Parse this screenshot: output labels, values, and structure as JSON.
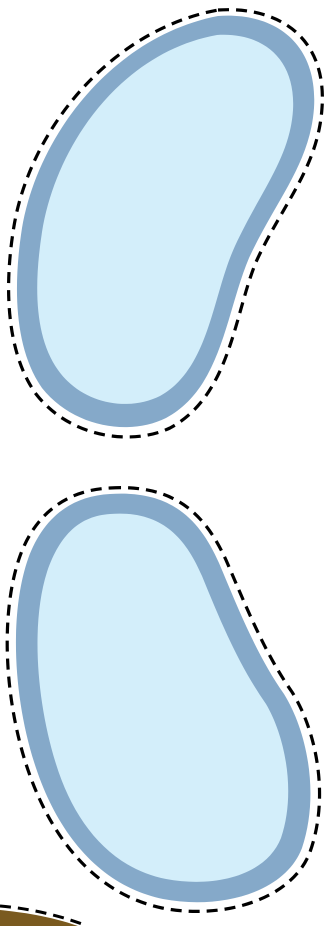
{
  "scene": {
    "background": "#ffffff",
    "pools": [
      {
        "id": "upper",
        "fill": "#d3eefa",
        "rim": "#85a9c9",
        "outline": "#000000",
        "outline_style": "dashed"
      },
      {
        "id": "lower",
        "fill": "#d3eefa",
        "rim": "#85a9c9",
        "outline": "#000000",
        "outline_style": "dashed"
      }
    ],
    "ground_corner": {
      "color": "#7a5a1f"
    }
  }
}
